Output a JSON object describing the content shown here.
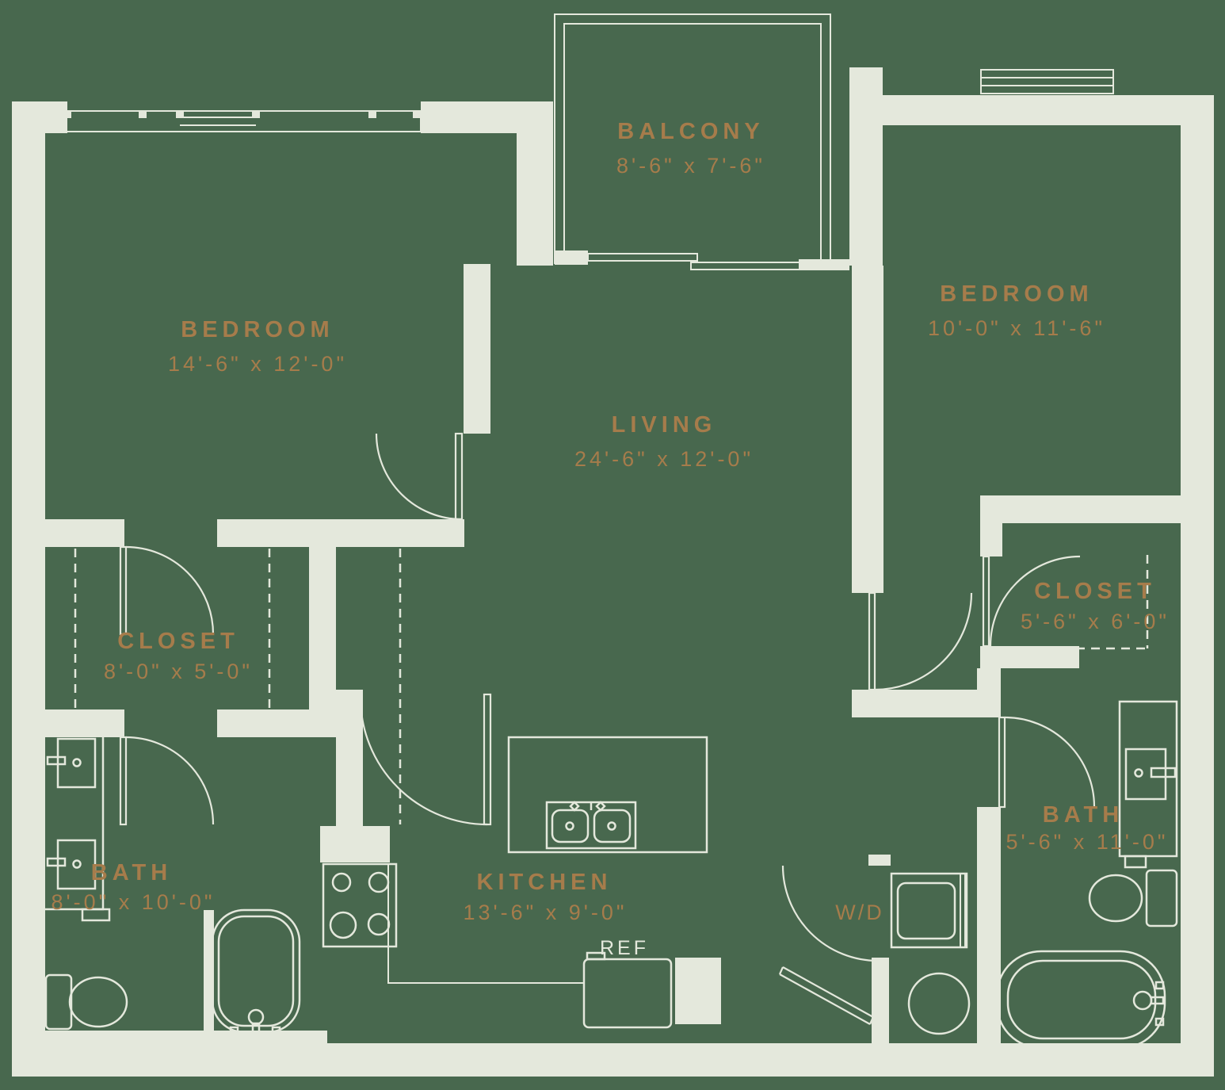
{
  "plan": {
    "type": "apartment-floor-plan",
    "background_color": "#48684E",
    "wall_color": "#E4E8DC",
    "label_color": "#A67C4B",
    "rooms": [
      {
        "id": "balcony",
        "name": "BALCONY",
        "dims": "8'-6\" x 7'-6\""
      },
      {
        "id": "bedroom-left",
        "name": "BEDROOM",
        "dims": "14'-6\" x 12'-0\""
      },
      {
        "id": "bedroom-right",
        "name": "BEDROOM",
        "dims": "10'-0\" x 11'-6\""
      },
      {
        "id": "living",
        "name": "LIVING",
        "dims": "24'-6\" x 12'-0\""
      },
      {
        "id": "closet-left",
        "name": "CLOSET",
        "dims": "8'-0\" x 5'-0\""
      },
      {
        "id": "closet-right",
        "name": "CLOSET",
        "dims": "5'-6\" x 6'-0\""
      },
      {
        "id": "bath-left",
        "name": "BATH",
        "dims": "8'-0\" x 10'-0\""
      },
      {
        "id": "bath-right",
        "name": "BATH",
        "dims": "5'-6\" x 11'-0\""
      },
      {
        "id": "kitchen",
        "name": "KITCHEN",
        "dims": "13'-6\" x 9'-0\""
      }
    ],
    "appliances": [
      {
        "id": "washer-dryer",
        "label": "W/D"
      },
      {
        "id": "refrigerator",
        "label": "REF"
      }
    ]
  }
}
